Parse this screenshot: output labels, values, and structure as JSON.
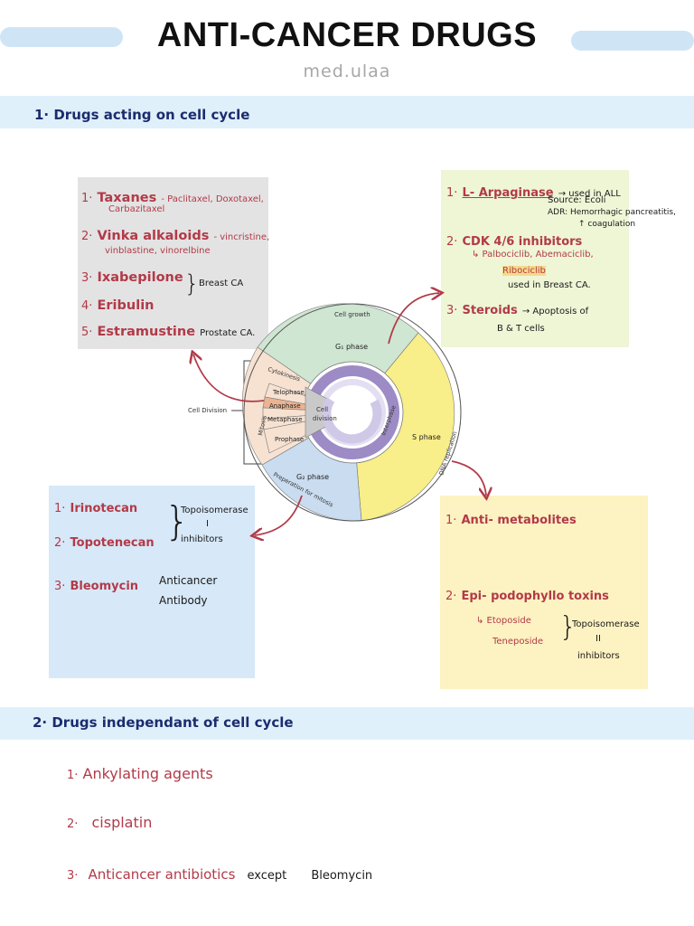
{
  "header": {
    "title": "ANTI-CANCER DRUGS",
    "subtitle": "med.ulaa"
  },
  "section1": {
    "label": "1· Drugs acting on cell cycle"
  },
  "section2": {
    "label": "2· Drugs independant of cell cycle"
  },
  "gray_box": {
    "items": [
      {
        "num": "1·",
        "name": "Taxanes",
        "note": "- Paclitaxel, Doxotaxel,",
        "note2": "Carbazitaxel"
      },
      {
        "num": "2·",
        "name": "Vinka alkaloids",
        "note": "- vincristine,",
        "note2": "vinblastine, vinorelbine"
      },
      {
        "num": "3·",
        "name": "Ixabepilone"
      },
      {
        "num": "4·",
        "name": "Eribulin"
      },
      {
        "num": "5·",
        "name": "Estramustine",
        "note": "Prostate CA."
      }
    ],
    "brace_note": "Breast CA"
  },
  "green_box": {
    "item1_num": "1·",
    "item1_name": "L- Arpaginase",
    "item1_note": "→ used in ALL",
    "item1_source": "Source: Ecoli",
    "item1_adr": "ADR: Hemorrhagic pancreatitis,",
    "item1_adr2": "↑ coagulation",
    "item2_num": "2·",
    "item2_name": "CDK 4/6 inhibitors",
    "item2_drug1": "↳ Palbociclib,",
    "item2_drug2": "Abemaciclib,",
    "item2_drug3": "Ribociclib",
    "item2_note": "used in Breast CA.",
    "item3_num": "3·",
    "item3_name": "Steroids",
    "item3_note": "→ Apoptosis of",
    "item3_note2": "B & T cells"
  },
  "blue_box": {
    "item1_num": "1·",
    "item1_name": "Irinotecan",
    "item2_num": "2·",
    "item2_name": "Topotenecan",
    "brace_note1": "Topoisomerase",
    "brace_note2": "I",
    "brace_note3": "inhibitors",
    "item3_num": "3·",
    "item3_name": "Bleomycin",
    "item3_note1": "Anticancer",
    "item3_note2": "Antibody"
  },
  "yellow_box": {
    "item1_num": "1·",
    "item1_name": "Anti- metabolites",
    "item2_num": "2·",
    "item2_name": "Epi- podophyllo toxins",
    "drug1": "↳ Etoposide",
    "drug2": "Teneposide",
    "brace_note1": "Topoisomerase",
    "brace_note2": "II",
    "brace_note3": "inhibitors"
  },
  "diagram": {
    "labels": {
      "cell_growth": "Cell growth",
      "g1": "G₁ phase",
      "s": "S phase",
      "g2": "G₂ phase",
      "dna_rep": "DNA replication",
      "prep_mitosis": "Preperation for mitosis",
      "cell_division_outer": "Cell Division",
      "mitosis": "Mitosis",
      "cytokinesis": "Cytokinesis",
      "telophase": "Telophase",
      "anaphase": "Anaphase",
      "metaphase": "Metaphase",
      "prophase": "Prophase",
      "cell_division_inner1": "Cell",
      "cell_division_inner2": "division",
      "interphase": "Interphase"
    },
    "colors": {
      "g1": "#cfe6d2",
      "s": "#f8ee8a",
      "g2": "#c9dcf0",
      "mitosis_band": "#f7e2d2",
      "telophase": "#eab391",
      "inner_ring": "#9c8bc4",
      "inner_fill": "#e4def2",
      "arrow": "#b23a48"
    }
  },
  "independent": {
    "items": [
      {
        "num": "1·",
        "name": "Ankylating agents"
      },
      {
        "num": "2·",
        "name": "cisplatin"
      },
      {
        "num": "3·",
        "name": "Anticancer antibiotics",
        "except": "except",
        "except_drug": "Bleomycin"
      }
    ]
  }
}
